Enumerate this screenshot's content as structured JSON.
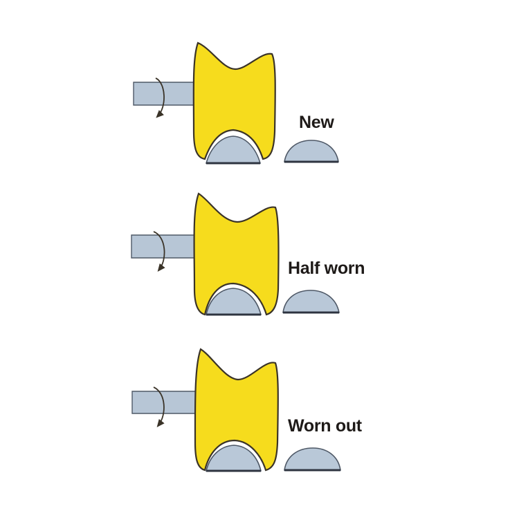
{
  "colors": {
    "wheel_fill": "#f6dc1d",
    "wheel_stroke": "#3a3328",
    "rail_fill": "#b9c8d8",
    "rail_stroke": "#4e5866",
    "shaft_fill": "#b7c6d6",
    "background": "#ffffff"
  },
  "icons": {
    "rotation": "rotation-arrow-icon"
  },
  "stages": [
    {
      "label": "New"
    },
    {
      "label": "Half worn"
    },
    {
      "label": "Worn out"
    }
  ]
}
